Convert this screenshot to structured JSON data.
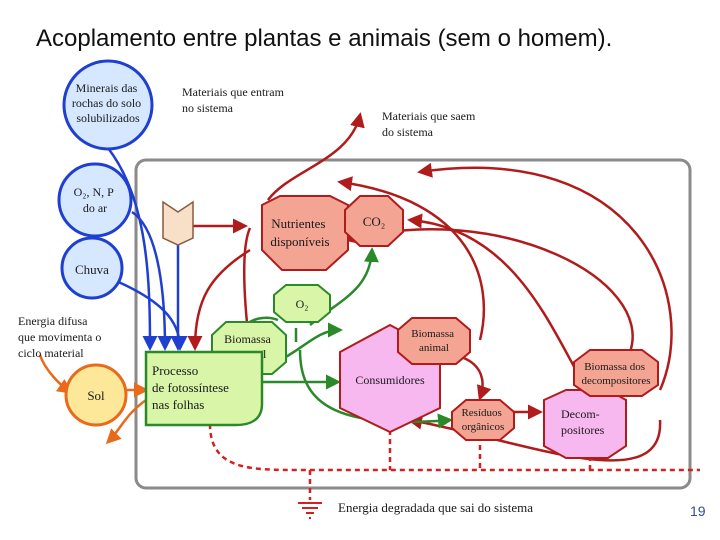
{
  "title": "Acoplamento entre plantas e animais (sem o homem).",
  "page_number": "19",
  "inputs": {
    "minerals": [
      "Minerais das",
      "rochas do solo",
      "solubilizados"
    ],
    "gases": [
      "O₂, N, P",
      "do ar"
    ],
    "rain": "Chuva",
    "sun": "Sol"
  },
  "labels": {
    "materials_in": [
      "Materiais que entram",
      "no sistema"
    ],
    "materials_out": [
      "Materiais que saem",
      "do sistema"
    ],
    "diffuse_energy": [
      "Energia difusa",
      "que movimenta o",
      "ciclo material"
    ],
    "degraded_energy": "Energia degradada que sai do sistema"
  },
  "nodes": {
    "nutrients": [
      "Nutrientes",
      "disponíveis"
    ],
    "co2": "CO₂",
    "o2": "O₂",
    "plant_biomass": [
      "Biomassa",
      "vegetal"
    ],
    "animal_biomass": [
      "Biomassa",
      "animal"
    ],
    "photosynthesis": [
      "Processo",
      "de fotossíntese",
      "nas folhas"
    ],
    "consumers": "Consumidores",
    "organic_waste": [
      "Resíduos",
      "orgânicos"
    ],
    "decomposer_biomass": [
      "Biomassa dos",
      "decompositores"
    ],
    "decomposers": [
      "Decom-",
      "positores"
    ]
  },
  "colors": {
    "blue": "#1f3fd0",
    "red": "#b01c1c",
    "green": "#2a8a2a",
    "orange": "#e86a1a",
    "salmon": "#f4a493",
    "pink": "#f7b8f0",
    "light_green": "#d8f5a8",
    "sun_fill": "#fde89a",
    "blue_fill": "#d6e8ff"
  }
}
